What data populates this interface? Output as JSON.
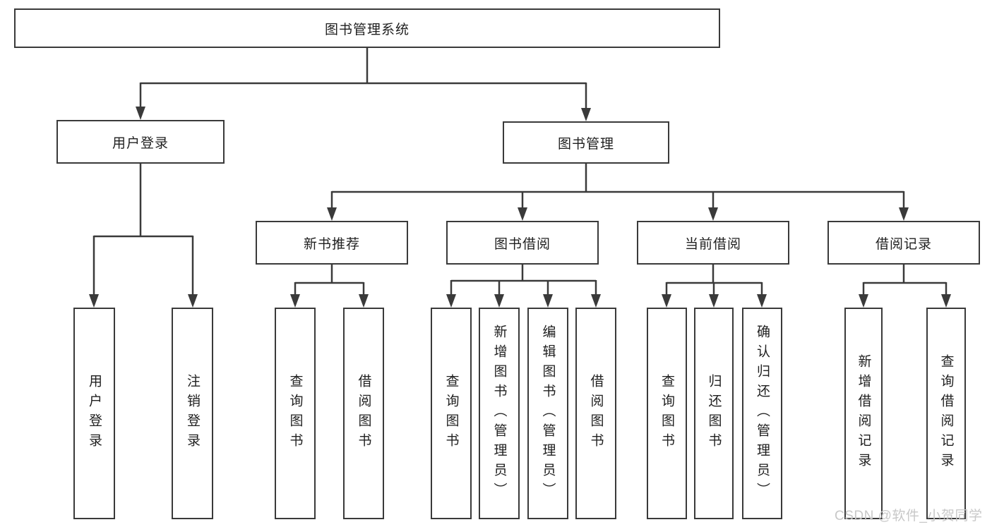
{
  "colors": {
    "line": "#3a3a3a",
    "box_border": "#3a3a3a",
    "text": "#1f1f1f",
    "background": "#ffffff",
    "watermark": "#c8c8c8"
  },
  "tree": {
    "root": {
      "label": "图书管理系统",
      "children": [
        {
          "label": "用户登录",
          "children": [
            {
              "label": "用户登录"
            },
            {
              "label": "注销登录"
            }
          ]
        },
        {
          "label": "图书管理",
          "children": [
            {
              "label": "新书推荐",
              "children": [
                {
                  "label": "查询图书"
                },
                {
                  "label": "借阅图书"
                }
              ]
            },
            {
              "label": "图书借阅",
              "children": [
                {
                  "label": "查询图书"
                },
                {
                  "label": "新增图书（管理员）"
                },
                {
                  "label": "编辑图书（管理员）"
                },
                {
                  "label": "借阅图书"
                }
              ]
            },
            {
              "label": "当前借阅",
              "children": [
                {
                  "label": "查询图书"
                },
                {
                  "label": "归还图书"
                },
                {
                  "label": "确认归还（管理员）"
                }
              ]
            },
            {
              "label": "借阅记录",
              "children": [
                {
                  "label": "新增借阅记录"
                },
                {
                  "label": "查询借阅记录"
                }
              ]
            }
          ]
        }
      ]
    }
  },
  "watermark": {
    "text": "CSDN @软件_小贺同学"
  }
}
